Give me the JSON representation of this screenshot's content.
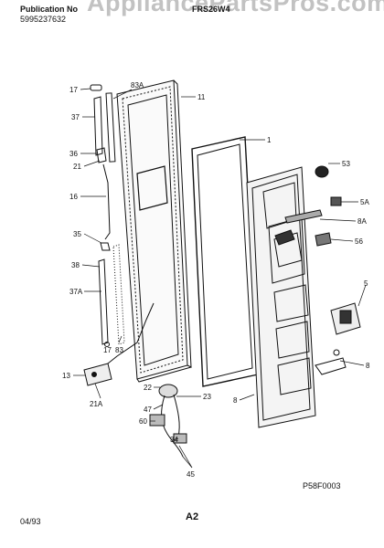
{
  "header": {
    "publication_label": "Publication No",
    "publication_number": "5995237632",
    "model": "FRS26W4",
    "watermark": "AppliancePartsPros.com"
  },
  "callouts": {
    "c17_top": "17",
    "c37": "37",
    "c36": "36",
    "c21": "21",
    "c16": "16",
    "c35": "35",
    "c38": "38",
    "c37a": "37A",
    "c17_bottom": "17",
    "c83": "83",
    "c83a": "83A",
    "c11": "11",
    "c1": "1",
    "c53": "53",
    "c5a_upper": "5A",
    "c8a": "8A",
    "c56": "56",
    "c5": "5",
    "c8_lower": "8",
    "c8_left": "8",
    "c13": "13",
    "c21a": "21A",
    "c22": "22",
    "c23": "23",
    "c47": "47",
    "c60": "60",
    "c34": "34",
    "c45": "45"
  },
  "footer": {
    "diagram_code": "P58F0003",
    "page": "A2",
    "date": "04/93"
  }
}
